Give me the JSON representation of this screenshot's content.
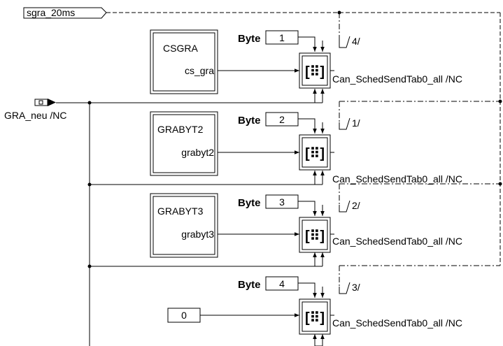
{
  "trigger_label": "sgra_20ms",
  "inport": {
    "label": "GRA_neu /NC",
    "icon": "inport-icon"
  },
  "subsystems": [
    {
      "title": "CSGRA",
      "port": "cs_gra"
    },
    {
      "title": "GRABYT2",
      "port": "grabyt2"
    },
    {
      "title": "GRABYT3",
      "port": "grabyt3"
    }
  ],
  "constant_value": "0",
  "byte_label": "Byte",
  "byte_values": [
    "1",
    "2",
    "3",
    "4"
  ],
  "sequence_labels": [
    "4/",
    "1/",
    "2/",
    "3/"
  ],
  "send_blocks": [
    {
      "label": "Can_SchedSendTab0_all /NC"
    },
    {
      "label": "Can_SchedSendTab0_all /NC"
    },
    {
      "label": "Can_SchedSendTab0_all /NC"
    },
    {
      "label": "Can_SchedSendTab0_all /NC"
    }
  ]
}
